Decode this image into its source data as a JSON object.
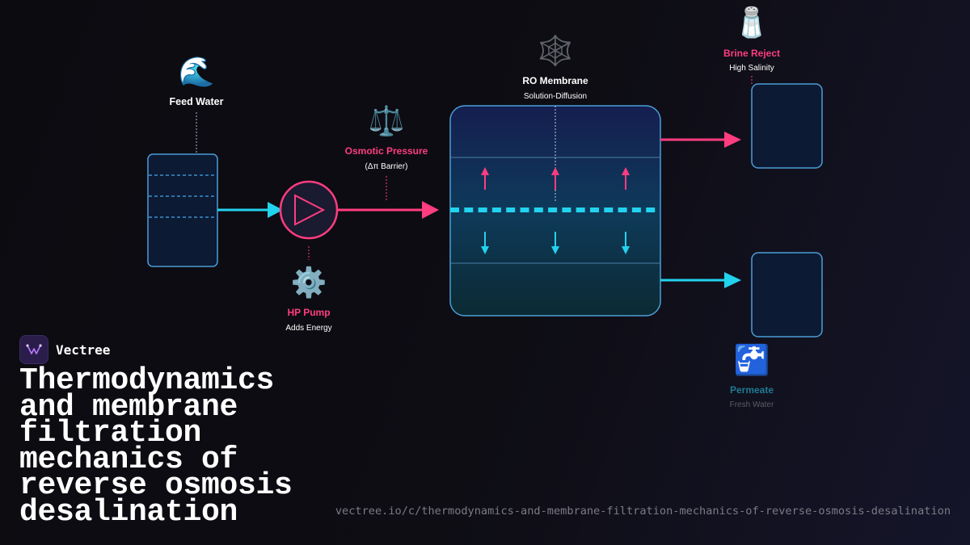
{
  "diagram": {
    "feed": {
      "icon": "wave-icon",
      "glyph": "🌊",
      "label": "Feed Water"
    },
    "pressure": {
      "icon": "scales-icon",
      "glyph": "⚖️",
      "label": "Osmotic Pressure",
      "sub": "(Δπ Barrier)"
    },
    "pump": {
      "icon": "gear-icon",
      "glyph": "⚙️",
      "label": "HP Pump",
      "sub": "Adds Energy"
    },
    "membrane": {
      "icon": "web-icon",
      "glyph": "🕸️",
      "label": "RO Membrane",
      "sub": "Solution-Diffusion"
    },
    "brine": {
      "icon": "salt-shaker-icon",
      "glyph": "🧂",
      "label": "Brine Reject",
      "sub": "High Salinity"
    },
    "permeate": {
      "icon": "faucet-icon",
      "glyph": "🚰",
      "label": "Permeate",
      "sub": "Fresh Water"
    }
  },
  "colors": {
    "pink": "#ff3d7f",
    "cyan": "#22d3ee",
    "tank_stroke": "#4a9ed8",
    "tank_fill": "#0c1a33",
    "teal_label": "#1e7a92"
  },
  "brand": {
    "name": "Vectree",
    "logo_icon": "vectree-logo-icon"
  },
  "title": "Thermodynamics and membrane filtration mechanics of reverse osmosis desalination",
  "url": "vectree.io/c/thermodynamics-and-membrane-filtration-mechanics-of-reverse-osmosis-desalination"
}
